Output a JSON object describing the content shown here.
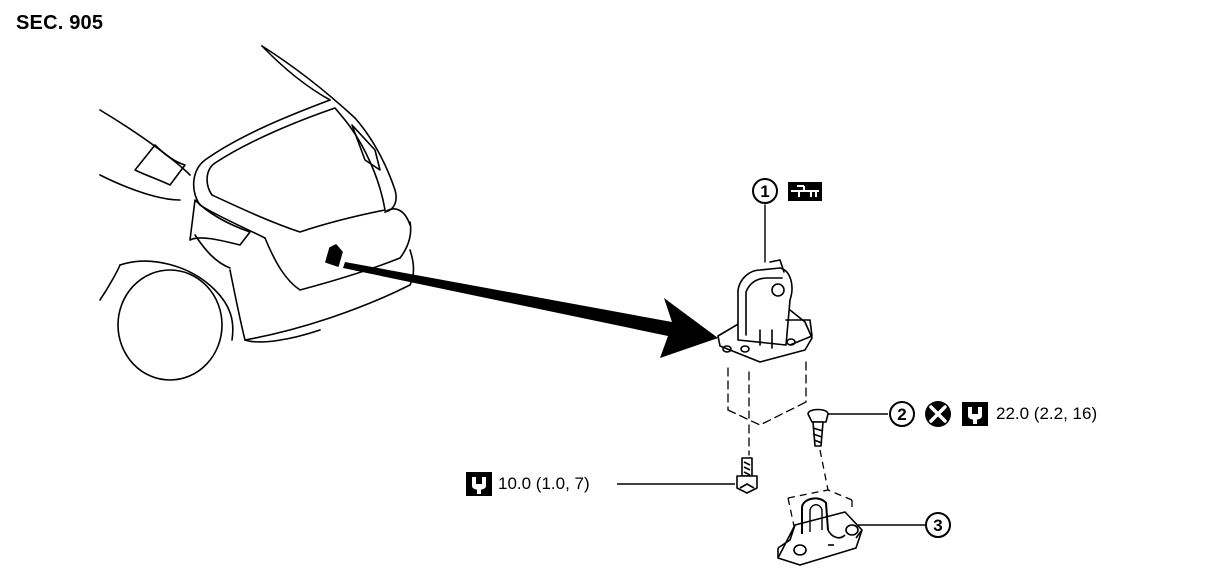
{
  "section_label": "SEC. 905",
  "callouts": [
    {
      "number": "1",
      "part_icon": "electrical-connector-icon"
    },
    {
      "number": "2",
      "part_icon": "do-not-reuse-icon",
      "torque_icon": "torque-wrench-icon",
      "torque_text": "22.0 (2.2, 16)"
    },
    {
      "number": "3"
    }
  ],
  "bolt_torque": {
    "torque_icon": "torque-wrench-icon",
    "torque_text": "10.0 (1.0, 7)"
  },
  "colors": {
    "line": "#000000",
    "background": "#ffffff"
  }
}
